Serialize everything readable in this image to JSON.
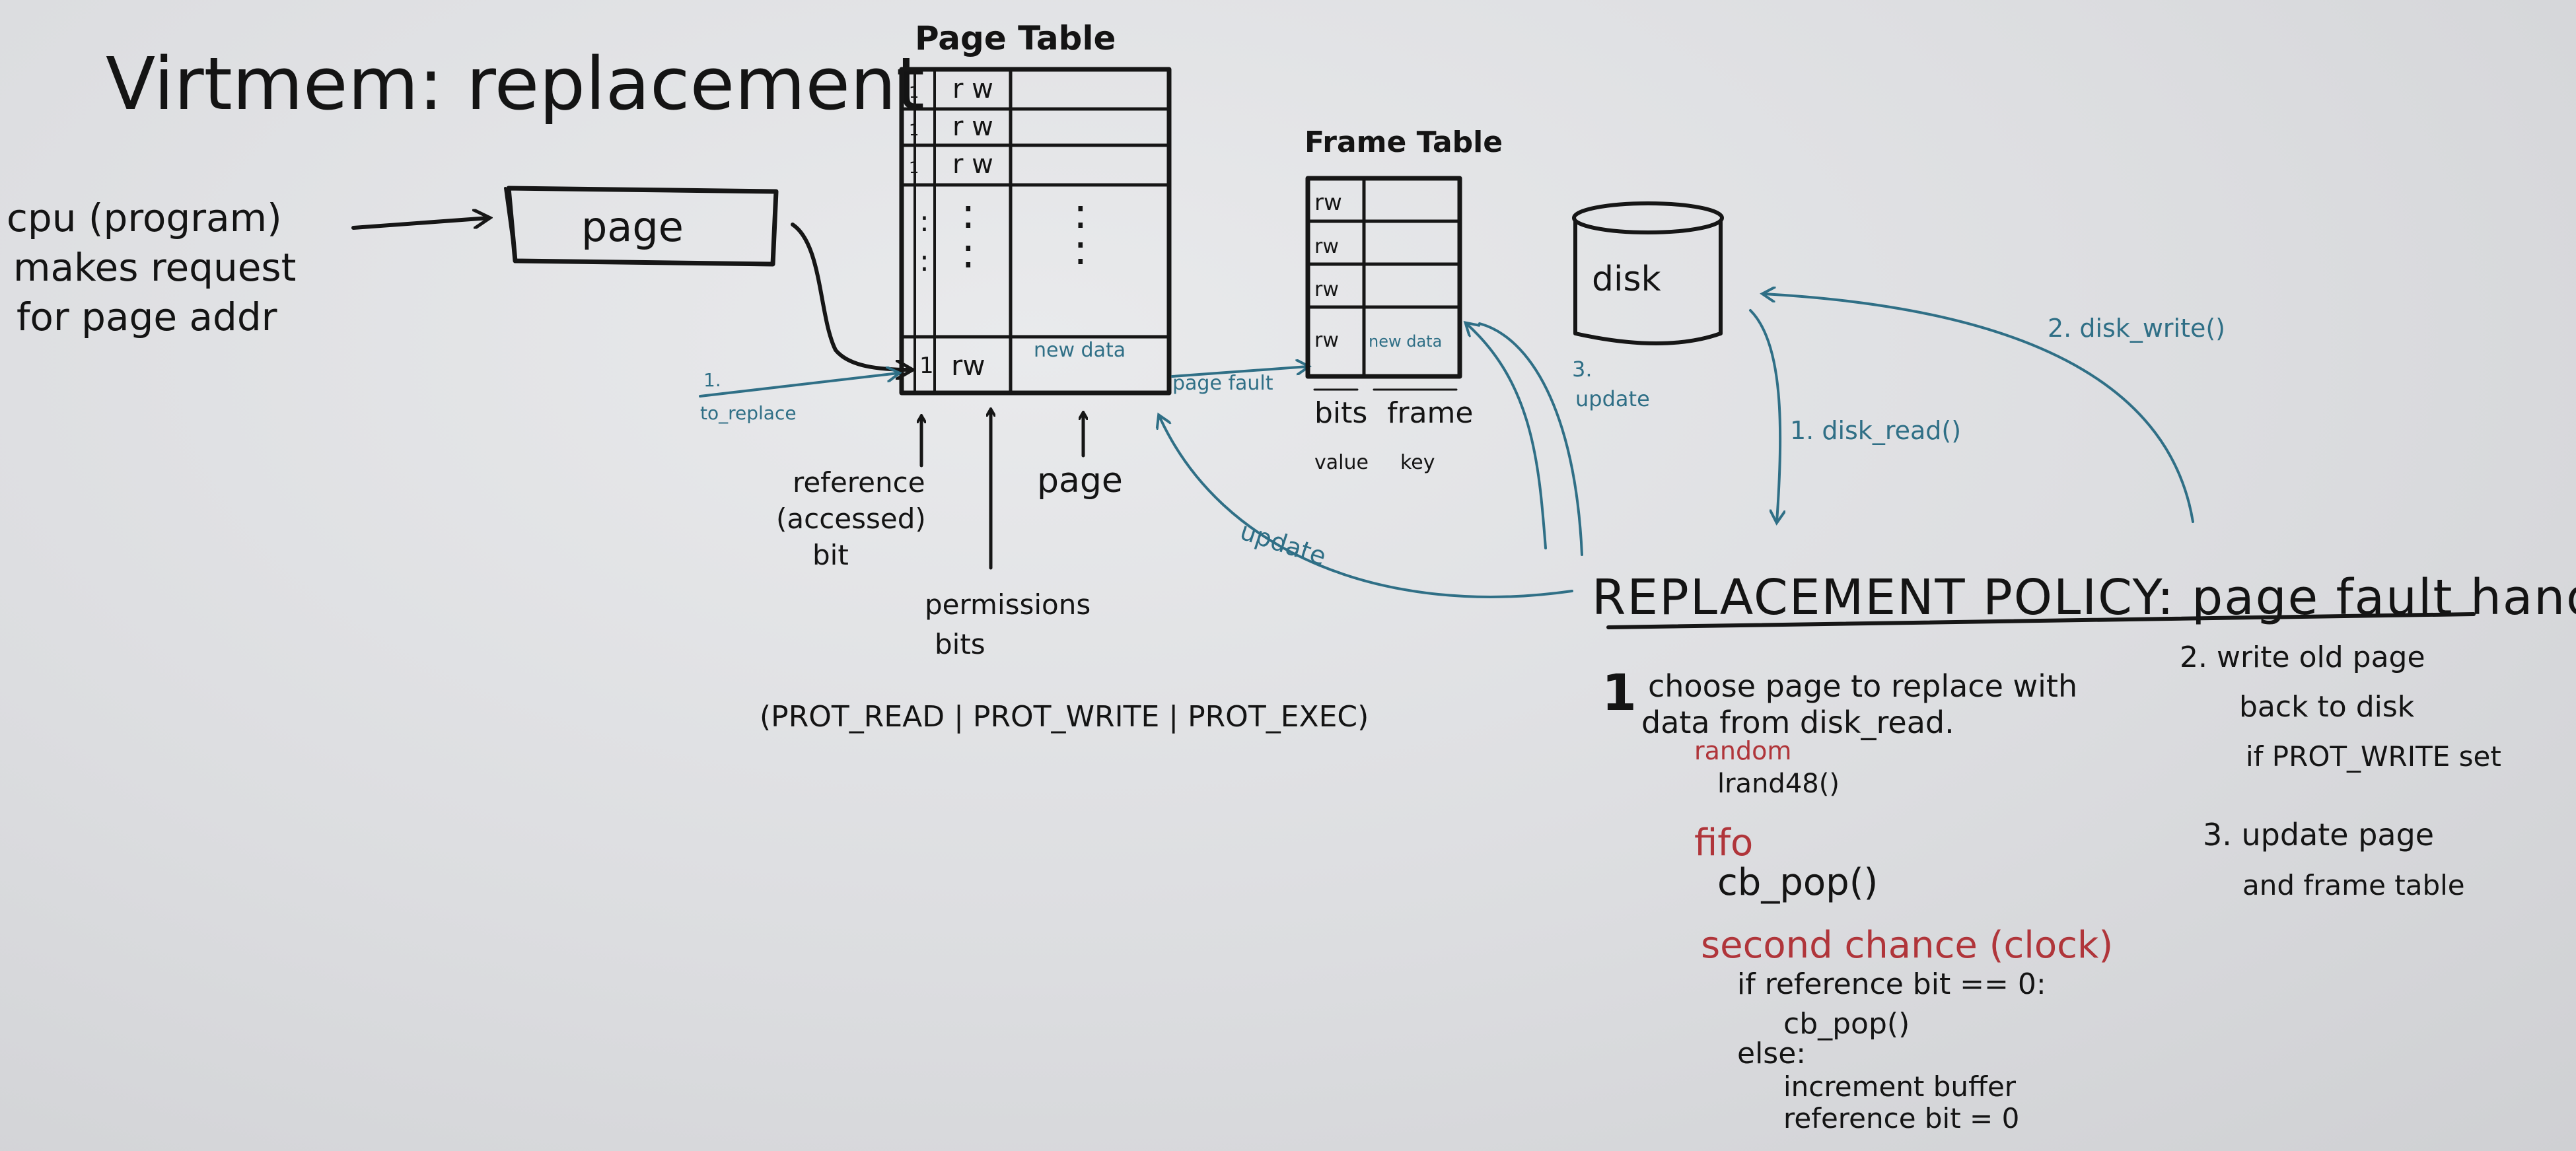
{
  "title": "Virtmem: replacement",
  "cpu_note": [
    "cpu (program)",
    "makes request",
    "for page addr"
  ],
  "page_box_label": "page",
  "page_table": {
    "title": "Page Table",
    "rows": [
      {
        "ref": "1",
        "perm": "r w",
        "data": ""
      },
      {
        "ref": "1",
        "perm": "r w",
        "data": ""
      },
      {
        "ref": "1",
        "perm": "r w",
        "data": ""
      }
    ],
    "ellipsis": ":",
    "last_row": {
      "ref": "1",
      "perm": "rw",
      "data": "new data"
    },
    "to_replace": [
      "1.",
      "to_replace"
    ],
    "labels": {
      "reference": [
        "reference",
        "(accessed)",
        "bit"
      ],
      "page": "page",
      "permissions": [
        "permissions",
        "bits"
      ],
      "flags": "(PROT_READ | PROT_WRITE | PROT_EXEC)"
    }
  },
  "page_fault": "page fault",
  "frame_table": {
    "title": "Frame Table",
    "rows": [
      "rw",
      "rw",
      "rw"
    ],
    "last_row": {
      "bits": "rw",
      "frame": "new data"
    },
    "labels": [
      "bits",
      "frame",
      "value",
      "key"
    ]
  },
  "disk_label": "disk",
  "arrows": {
    "update_frame": [
      "3.",
      "update"
    ],
    "disk_read": "1. disk_read()",
    "disk_write": "2. disk_write()",
    "update_page": "update"
  },
  "policy": {
    "title": "REPLACEMENT POLICY: page fault handler",
    "step1": [
      "choose page to replace with",
      "data from disk_read."
    ],
    "step1_num": "1",
    "random": "random",
    "random_code": "lrand48()",
    "fifo": "fifo",
    "fifo_code": "cb_pop()",
    "second_chance": "second chance (clock)",
    "sc_lines": [
      "if reference bit == 0:",
      "cb_pop()",
      "else:",
      "increment buffer",
      "reference bit = 0"
    ],
    "step2": [
      "2. write old page",
      "back to disk",
      "if PROT_WRITE set"
    ],
    "step3": [
      "3. update page",
      "and frame table"
    ]
  }
}
